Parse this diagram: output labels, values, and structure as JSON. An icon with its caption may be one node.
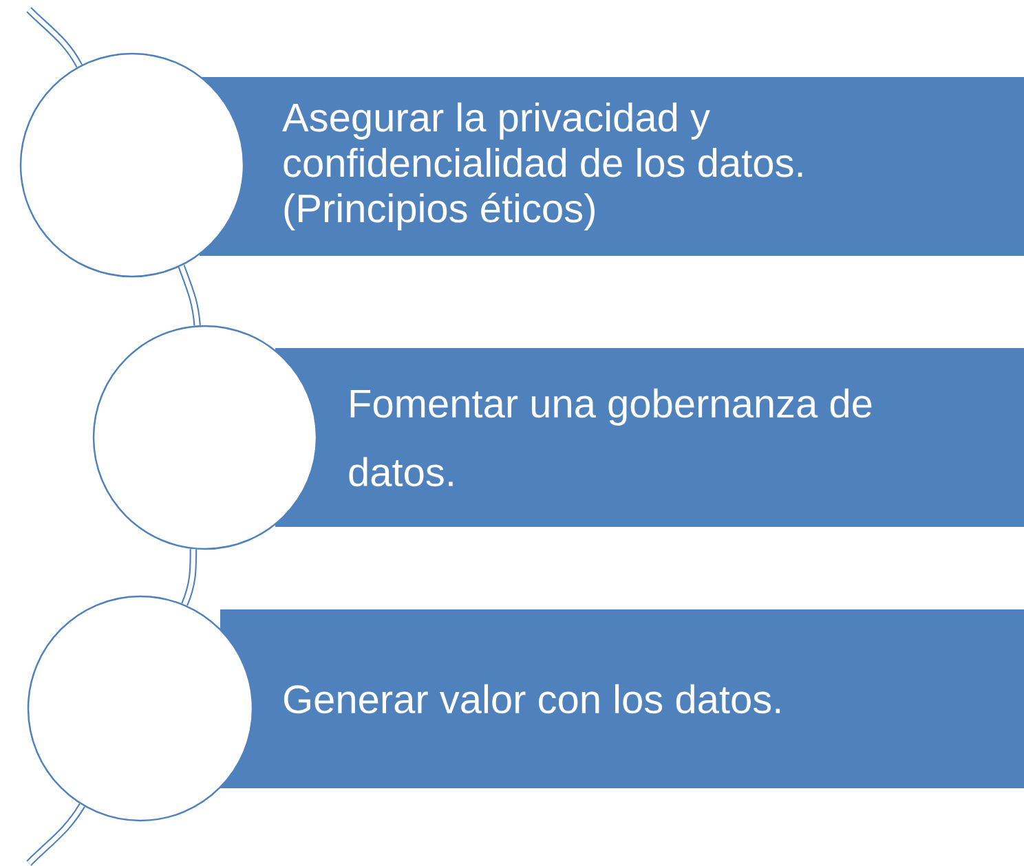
{
  "diagram": {
    "nodes": [
      {
        "text": [],
        "shape": "circle"
      },
      {
        "text": [
          "Asegurar la privacidad y confidencialidad de los datos. (Principios éticos)"
        ]
      },
      {
        "text": [],
        "shape": "circle"
      },
      {
        "text": [
          "Fomentar una gobernanza de datos."
        ]
      },
      {
        "text": [],
        "shape": "circle"
      },
      {
        "text": [
          "Generar valor con los datos."
        ]
      }
    ],
    "edges": [
      {
        "from": null,
        "to": 0,
        "arrow": "none"
      },
      {
        "from": 0,
        "to": 2,
        "arrow": "none"
      },
      {
        "from": 2,
        "to": 4,
        "arrow": "none"
      },
      {
        "from": 4,
        "to": null,
        "arrow": "none"
      }
    ]
  }
}
